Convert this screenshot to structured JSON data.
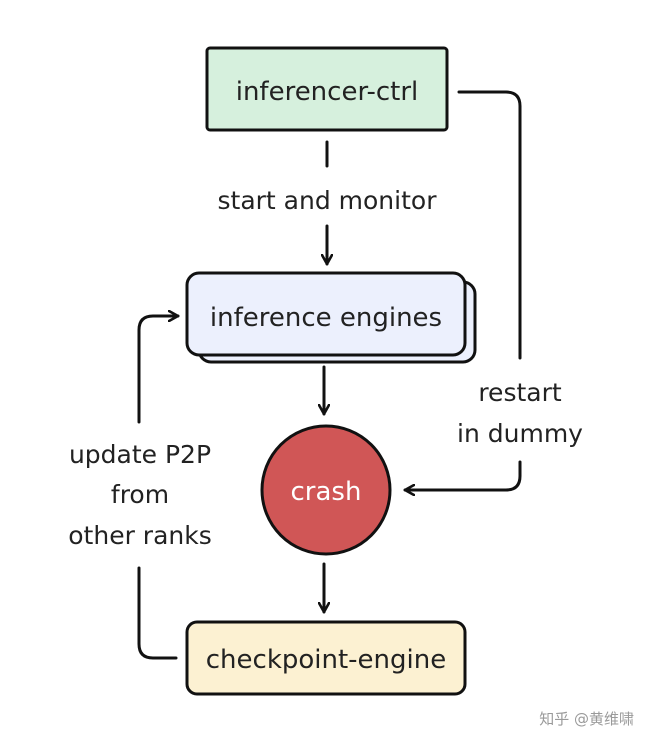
{
  "colors": {
    "ctrl_fill": "#d6f0dd",
    "engines_fill": "#ecf0fd",
    "crash_fill": "#d05656",
    "checkpoint_fill": "#fcf1d2",
    "stroke": "#111111"
  },
  "nodes": {
    "ctrl": "inferencer-ctrl",
    "engines": "inference engines",
    "crash": "crash",
    "checkpoint": "checkpoint-engine"
  },
  "edges": {
    "start_monitor": "start and monitor",
    "restart_line1": "restart",
    "restart_line2": "in dummy",
    "update_line1": "update P2P",
    "update_line2": "from",
    "update_line3": "other ranks"
  },
  "watermark": "知乎 @黄维啸"
}
